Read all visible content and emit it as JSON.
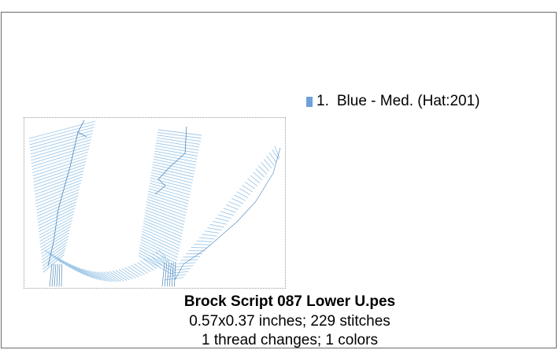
{
  "legend": {
    "items": [
      {
        "index_label": "1.",
        "name": "Blue - Med. (Hat:201)",
        "color": "#6fa0dc"
      }
    ]
  },
  "design": {
    "filename": "Brock Script 087 Lower U.pes",
    "size_and_stitches": "0.57x0.37 inches; 229 stitches",
    "threads_and_colors": "1 thread changes; 1 colors",
    "thread_color": "#9ec8e8",
    "thread_dark_color": "#4f86b8",
    "preview_border_color": "#9a9a9a"
  }
}
